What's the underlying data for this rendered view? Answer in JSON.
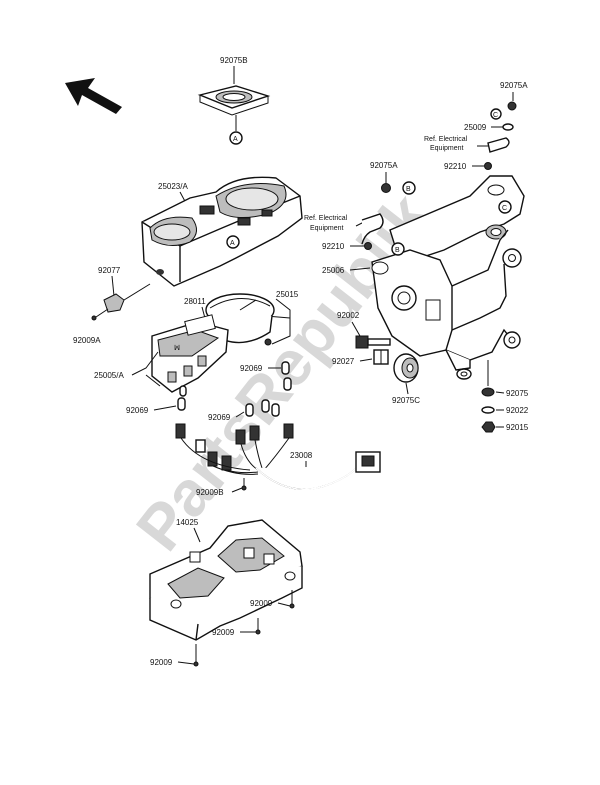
{
  "watermark": "PartsRepublik",
  "callouts": {
    "a": "A",
    "b": "B",
    "c": "C"
  },
  "labels": {
    "p92075B": "92075B",
    "p92075A_top": "92075A",
    "p25009": "25009",
    "ref_top_line1": "Ref. Electrical",
    "ref_top_line2": "Equipment",
    "p92210_top": "92210",
    "p92075A_mid": "92075A",
    "p25023A": "25023/A",
    "p92077": "92077",
    "p92009A": "92009A",
    "p28011": "28011",
    "p25015": "25015",
    "ref_mid_line1": "Ref. Electrical",
    "ref_mid_line2": "Equipment",
    "p92210_mid": "92210",
    "p25006": "25006",
    "p92002": "92002",
    "p92027": "92027",
    "p92075C": "92075C",
    "p25005A": "25005/A",
    "p92069_a": "92069",
    "p92069_b": "92069",
    "p92069_c": "92069",
    "p92075_r": "92075",
    "p92022": "92022",
    "p92015": "92015",
    "p23008": "23008",
    "p92009B": "92009B",
    "p14025": "14025",
    "p92009_a": "92009",
    "p92009_b": "92009",
    "p92009_c": "92009"
  }
}
